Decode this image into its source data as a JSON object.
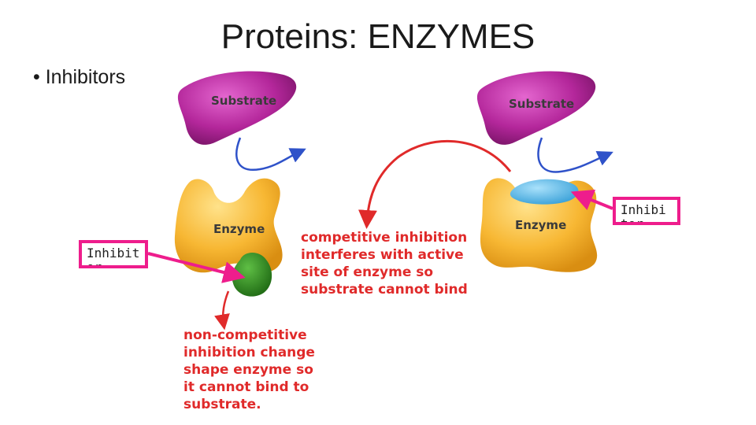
{
  "slide": {
    "title": "Proteins: ENZYMES",
    "bullet": "• Inhibitors"
  },
  "left_diagram": {
    "substrate_label": "Substrate",
    "enzyme_label": "Enzyme",
    "inhibitor_label": "Inhibitor",
    "note_lines": [
      "non-competitive",
      "inhibition change",
      "shape enzyme so",
      "it cannot bind to",
      "substrate."
    ]
  },
  "right_diagram": {
    "substrate_label": "Substrate",
    "enzyme_label": "Enzyme",
    "inhibitor_label": "Inhibitor",
    "note_lines": [
      "competitive inhibition",
      "interferes with active",
      "site of enzyme so",
      "substrate cannot bind"
    ]
  },
  "colors": {
    "substrate": "#b4279b",
    "enzyme": "#f7b733",
    "competitive_inhibitor": "#5bb8e6",
    "noncompetitive_inhibitor": "#2d8a1f",
    "blue_arrow": "#2f52c9",
    "red_text": "#e02a2a",
    "callout_border": "#ee1d8c"
  }
}
